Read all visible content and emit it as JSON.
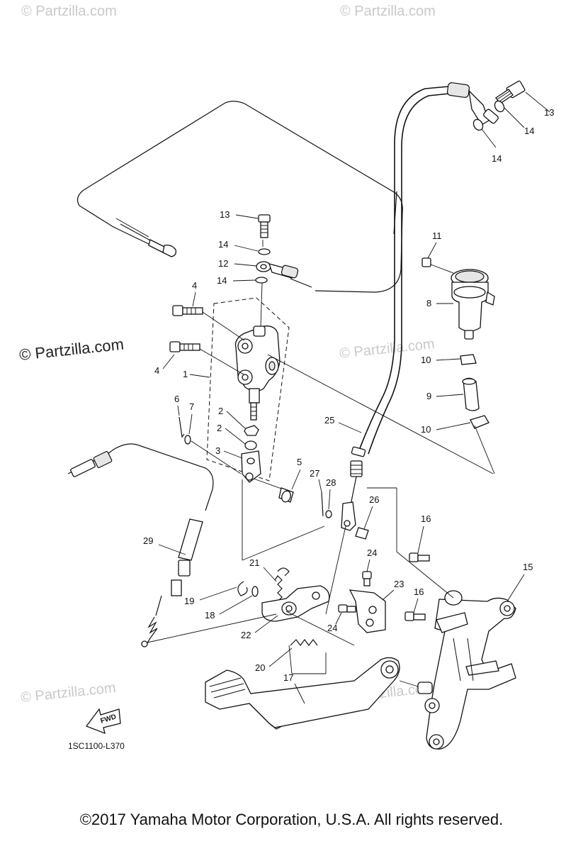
{
  "watermarks": {
    "main": "© Partzilla.com",
    "faint": "© Partzilla.com"
  },
  "diagram_code": "1SC1100-L370",
  "fwd_label": "FWD",
  "copyright": "©2017  Yamaha Motor Corporation, U.S.A. All rights reserved.",
  "callouts": {
    "c1": "1",
    "c2a": "2",
    "c2b": "2",
    "c3": "3",
    "c4a": "4",
    "c4b": "4",
    "c5": "5",
    "c6": "6",
    "c7": "7",
    "c8": "8",
    "c9": "9",
    "c10a": "10",
    "c10b": "10",
    "c11": "11",
    "c12": "12",
    "c13a": "13",
    "c13b": "13",
    "c14a": "14",
    "c14b": "14",
    "c14c": "14",
    "c14d": "14",
    "c15": "15",
    "c16a": "16",
    "c16b": "16",
    "c17": "17",
    "c18": "18",
    "c19": "19",
    "c20": "20",
    "c21": "21",
    "c22": "22",
    "c23": "23",
    "c24a": "24",
    "c24b": "24",
    "c25": "25",
    "c26": "26",
    "c27": "27",
    "c28": "28",
    "c29": "29"
  }
}
